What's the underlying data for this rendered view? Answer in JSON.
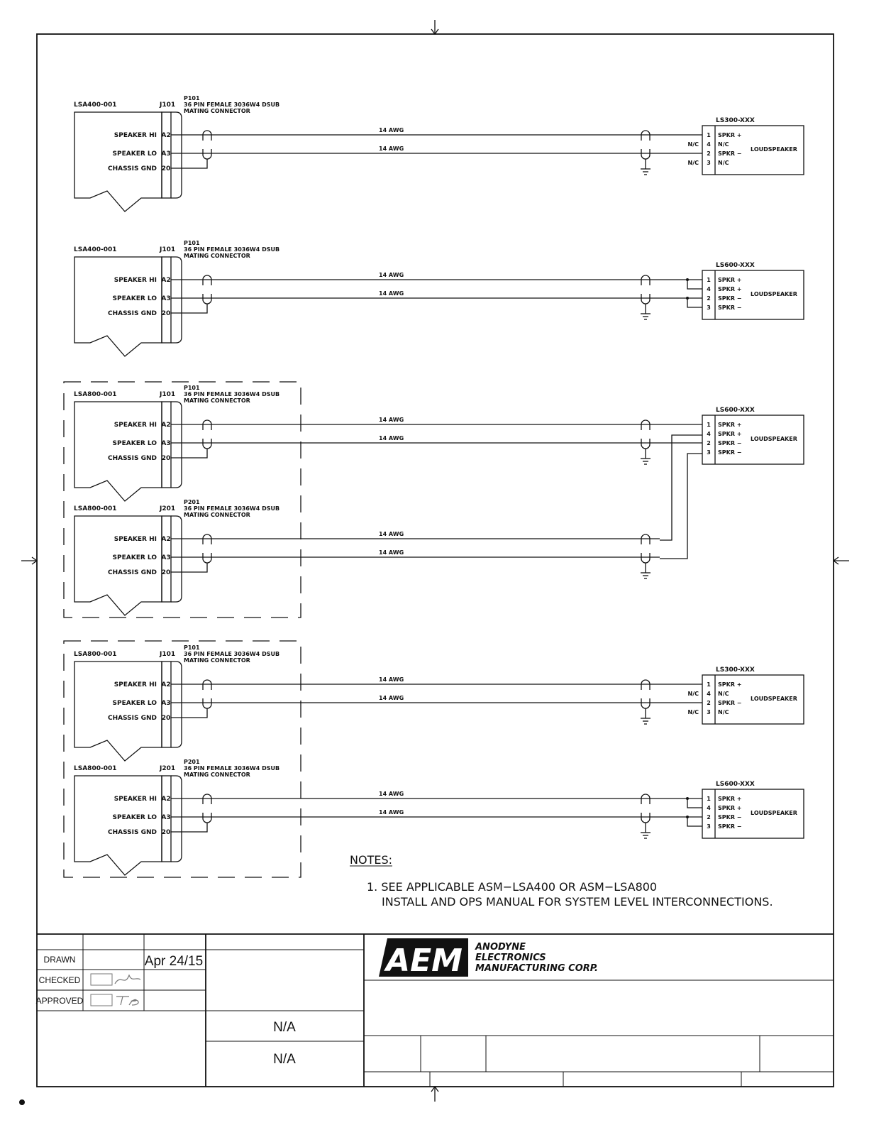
{
  "diagrams": [
    {
      "source": {
        "model": "LSA400-001",
        "jack": "J101"
      },
      "plug": {
        "id": "P101",
        "desc1": "36 PIN FEMALE 3036W4 DSUB",
        "desc2": "MATING CONNECTOR"
      },
      "pins": [
        {
          "label": "SPEAKER HI",
          "pin": "A2"
        },
        {
          "label": "SPEAKER LO",
          "pin": "A3"
        },
        {
          "label": "CHASSIS GND",
          "pin": "20"
        }
      ],
      "wires": [
        "14 AWG",
        "14 AWG"
      ],
      "speaker": {
        "model": "LS300-XXX",
        "type": "LOUDSPEAKER",
        "outside": [
          "N/C",
          "N/C"
        ],
        "terminals": [
          {
            "num": "1",
            "label": "SPKR +"
          },
          {
            "num": "4",
            "label": "N/C"
          },
          {
            "num": "2",
            "label": "SPKR −"
          },
          {
            "num": "3",
            "label": "N/C"
          }
        ]
      }
    },
    {
      "source": {
        "model": "LSA400-001",
        "jack": "J101"
      },
      "plug": {
        "id": "P101",
        "desc1": "36 PIN FEMALE 3036W4 DSUB",
        "desc2": "MATING CONNECTOR"
      },
      "pins": [
        {
          "label": "SPEAKER HI",
          "pin": "A2"
        },
        {
          "label": "SPEAKER LO",
          "pin": "A3"
        },
        {
          "label": "CHASSIS GND",
          "pin": "20"
        }
      ],
      "wires": [
        "14 AWG",
        "14 AWG"
      ],
      "speaker": {
        "model": "LS600-XXX",
        "type": "LOUDSPEAKER",
        "outside": [],
        "terminals": [
          {
            "num": "1",
            "label": "SPKR +"
          },
          {
            "num": "4",
            "label": "SPKR +"
          },
          {
            "num": "2",
            "label": "SPKR −"
          },
          {
            "num": "3",
            "label": "SPKR −"
          }
        ]
      }
    },
    {
      "source": {
        "model": "LSA800-001",
        "jack": "J101"
      },
      "plug": {
        "id": "P101",
        "desc1": "36 PIN FEMALE 3036W4 DSUB",
        "desc2": "MATING CONNECTOR"
      },
      "pins": [
        {
          "label": "SPEAKER HI",
          "pin": "A2"
        },
        {
          "label": "SPEAKER LO",
          "pin": "A3"
        },
        {
          "label": "CHASSIS GND",
          "pin": "20"
        }
      ],
      "wires": [
        "14 AWG",
        "14 AWG"
      ],
      "speaker": {
        "model": "LS600-XXX",
        "type": "LOUDSPEAKER",
        "outside": [],
        "terminals": [
          {
            "num": "1",
            "label": "SPKR +"
          },
          {
            "num": "4",
            "label": "SPKR +"
          },
          {
            "num": "2",
            "label": "SPKR −"
          },
          {
            "num": "3",
            "label": "SPKR −"
          }
        ]
      }
    },
    {
      "source": {
        "model": "LSA800-001",
        "jack": "J201"
      },
      "plug": {
        "id": "P201",
        "desc1": "36 PIN FEMALE 3036W4 DSUB",
        "desc2": "MATING CONNECTOR"
      },
      "pins": [
        {
          "label": "SPEAKER HI",
          "pin": "A2"
        },
        {
          "label": "SPEAKER LO",
          "pin": "A3"
        },
        {
          "label": "CHASSIS GND",
          "pin": "20"
        }
      ],
      "wires": [
        "14 AWG",
        "14 AWG"
      ],
      "speaker": null
    },
    {
      "source": {
        "model": "LSA800-001",
        "jack": "J101"
      },
      "plug": {
        "id": "P101",
        "desc1": "36 PIN FEMALE 3036W4 DSUB",
        "desc2": "MATING CONNECTOR"
      },
      "pins": [
        {
          "label": "SPEAKER HI",
          "pin": "A2"
        },
        {
          "label": "SPEAKER LO",
          "pin": "A3"
        },
        {
          "label": "CHASSIS GND",
          "pin": "20"
        }
      ],
      "wires": [
        "14 AWG",
        "14 AWG"
      ],
      "speaker": {
        "model": "LS300-XXX",
        "type": "LOUDSPEAKER",
        "outside": [
          "N/C",
          "N/C"
        ],
        "terminals": [
          {
            "num": "1",
            "label": "SPKR +"
          },
          {
            "num": "4",
            "label": "N/C"
          },
          {
            "num": "2",
            "label": "SPKR −"
          },
          {
            "num": "3",
            "label": "N/C"
          }
        ]
      }
    },
    {
      "source": {
        "model": "LSA800-001",
        "jack": "J201"
      },
      "plug": {
        "id": "P201",
        "desc1": "36 PIN FEMALE 3036W4 DSUB",
        "desc2": "MATING CONNECTOR"
      },
      "pins": [
        {
          "label": "SPEAKER HI",
          "pin": "A2"
        },
        {
          "label": "SPEAKER LO",
          "pin": "A3"
        },
        {
          "label": "CHASSIS GND",
          "pin": "20"
        }
      ],
      "wires": [
        "14 AWG",
        "14 AWG"
      ],
      "speaker": {
        "model": "LS600-XXX",
        "type": "LOUDSPEAKER",
        "outside": [],
        "terminals": [
          {
            "num": "1",
            "label": "SPKR +"
          },
          {
            "num": "4",
            "label": "SPKR +"
          },
          {
            "num": "2",
            "label": "SPKR −"
          },
          {
            "num": "3",
            "label": "SPKR −"
          }
        ]
      }
    }
  ],
  "notes": {
    "heading": "NOTES:",
    "line1": "1.  SEE  APPLICABLE  ASM−LSA400  OR  ASM−LSA800",
    "line2": "INSTALL  AND  OPS  MANUAL  FOR  SYSTEM  LEVEL  INTERCONNECTIONS."
  },
  "title_block": {
    "rows": [
      {
        "label": "DRAWN",
        "date": "Apr 24/15"
      },
      {
        "label": "CHECKED",
        "date": ""
      },
      {
        "label": "APPROVED",
        "date": ""
      }
    ],
    "field1": "N/A",
    "field2": "N/A",
    "company": [
      "ANODYNE",
      "ELECTRONICS",
      "MANUFACTURING CORP."
    ],
    "logo_text": "AEM"
  },
  "colors": {
    "ink": "#111111",
    "paper": "#ffffff"
  }
}
